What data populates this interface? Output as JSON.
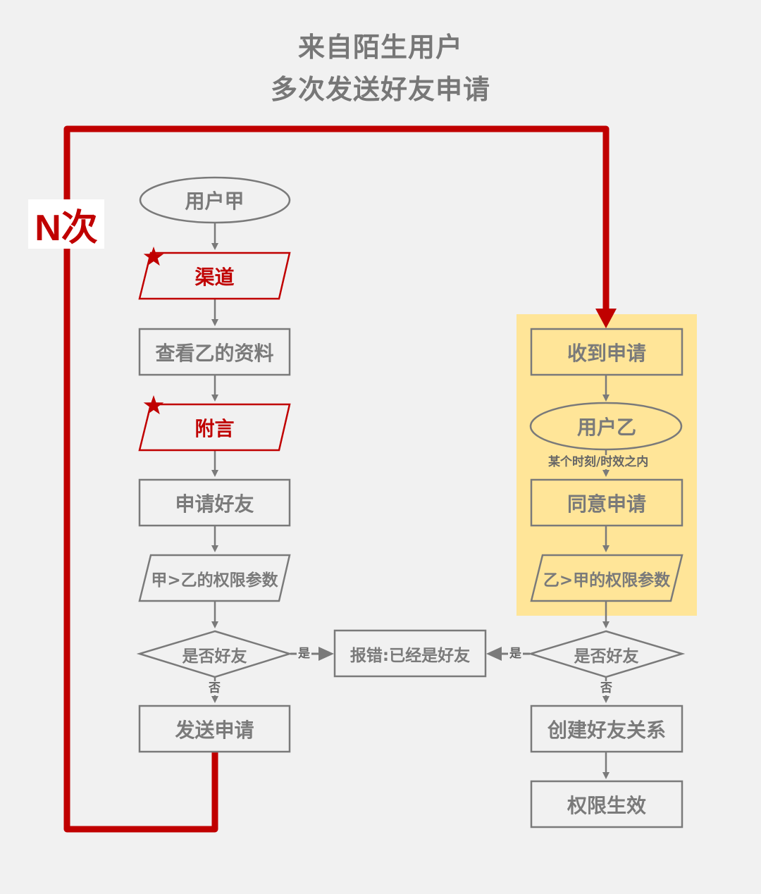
{
  "title": {
    "line1": "来自陌生用户",
    "line2": "多次发送好友申请"
  },
  "loop_label": "N次",
  "left_flow": {
    "start": "用户甲",
    "channel": "渠道",
    "view_profile": "查看乙的资料",
    "note": "附言",
    "request": "申请好友",
    "permission": "甲>乙的权限参数",
    "decision": "是否好友",
    "yes": "是",
    "no": "否",
    "send": "发送申请"
  },
  "error_box": "报错:已经是好友",
  "right_flow": {
    "receive": "收到申请",
    "user": "用户乙",
    "time_note": "某个时刻/时效之内",
    "agree": "同意申请",
    "permission": "乙>甲的权限参数",
    "decision": "是否好友",
    "yes": "是",
    "no": "否",
    "create": "创建好友关系",
    "effective": "权限生效"
  },
  "colors": {
    "accent_red": "#c00000",
    "node_gray": "#7a7a7a",
    "highlight_yellow": "#ffe598",
    "background": "#f1f1f1"
  }
}
